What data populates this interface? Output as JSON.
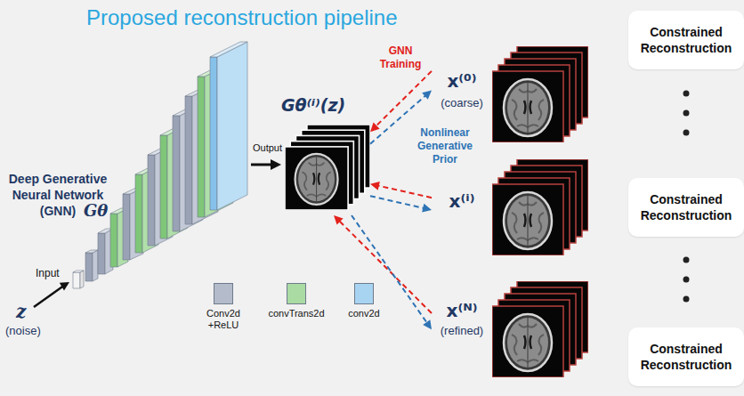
{
  "diagram": {
    "title": "Proposed reconstruction pipeline",
    "nodes": [
      {
        "text": [
          "Deep Generative Neural Network (GNN)",
          "Gθ"
        ]
      },
      {
        "text": [
          "Gθ⁽ⁱ⁾(z)"
        ]
      },
      {
        "text": [
          "x⁽⁰⁾",
          "(coarse)"
        ]
      },
      {
        "text": [
          "Constrained Reconstruction"
        ]
      },
      {
        "text": [
          "x⁽ⁱ⁾"
        ]
      },
      {
        "text": [
          "Constrained Reconstruction"
        ]
      },
      {
        "text": [
          "x⁽ᴺ⁾",
          "(refined)"
        ]
      },
      {
        "text": [
          "Constrained Reconstruction"
        ]
      }
    ],
    "edges": [
      {
        "from": 2,
        "to": 1,
        "arrow": "to",
        "label": "GNN Training"
      },
      {
        "from": 1,
        "to": 2,
        "arrow": "to",
        "label": "Nonlinear Generative Prior"
      },
      {
        "from": 4,
        "to": 1,
        "arrow": "to"
      },
      {
        "from": 1,
        "to": 4,
        "arrow": "to"
      },
      {
        "from": 6,
        "to": 1,
        "arrow": "to"
      },
      {
        "from": 1,
        "to": 6,
        "arrow": "to"
      },
      {
        "from": 0,
        "to": 1,
        "arrow": "to",
        "label": "Output"
      }
    ],
    "labels": [
      "Input",
      "z",
      "(noise)"
    ],
    "legend": [
      {
        "text": "Conv2d +ReLU",
        "color": "#b4bccb"
      },
      {
        "text": "convTrans2d",
        "color": "#a9dba3"
      },
      {
        "text": "conv2d",
        "color": "#a8d4f2"
      }
    ]
  }
}
